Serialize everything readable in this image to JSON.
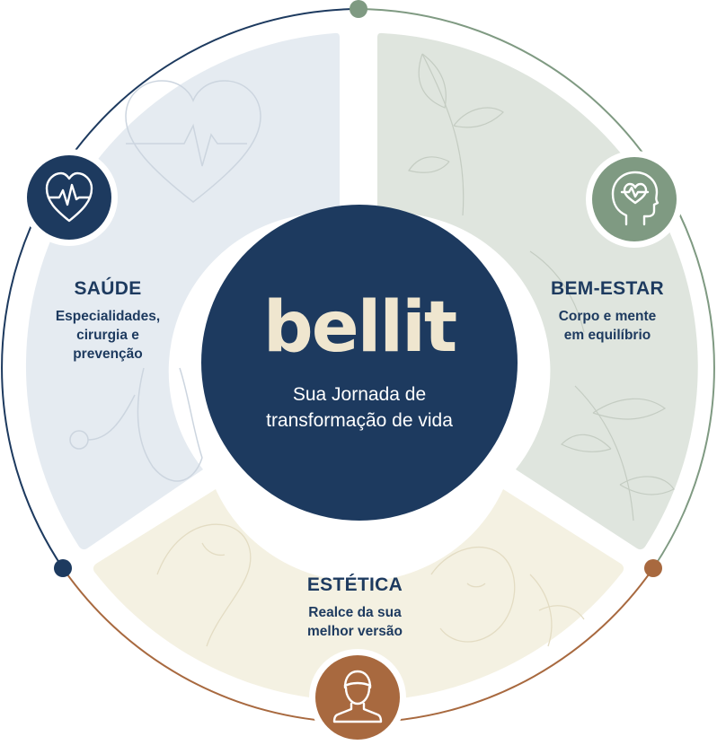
{
  "center": {
    "logo": "bellit",
    "tagline_line1": "Sua Jornada de",
    "tagline_line2": "transformação de vida"
  },
  "segments": {
    "saude": {
      "title": "SAÚDE",
      "desc_line1": "Especialidades,",
      "desc_line2": "cirurgia e",
      "desc_line3": "prevenção",
      "icon": "heart-pulse-icon"
    },
    "bemestar": {
      "title": "BEM-ESTAR",
      "desc_line1": "Corpo e mente",
      "desc_line2": "em equilíbrio",
      "icon": "head-heart-icon"
    },
    "estetica": {
      "title": "ESTÉTICA",
      "desc_line1": "Realce da sua",
      "desc_line2": "melhor versão",
      "icon": "person-icon"
    }
  },
  "colors": {
    "navy": "#1d3a5f",
    "sage": "#7f9a82",
    "copper": "#a8693f",
    "cream": "#efe6cf",
    "saude_bg": "#e5ebf1",
    "bemestar_bg": "#dfe5de",
    "estetica_bg": "#f4f1e2"
  }
}
